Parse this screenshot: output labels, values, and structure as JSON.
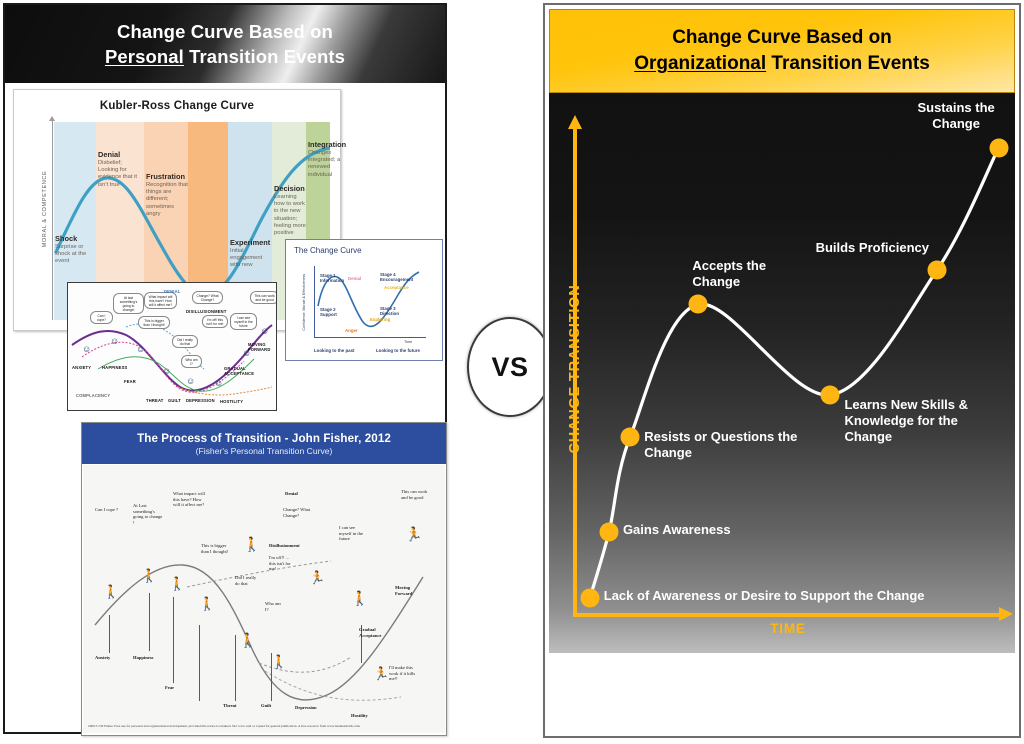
{
  "left": {
    "header": {
      "line1": "Change Curve Based on",
      "line2_em": "Personal",
      "line2_rest": " Transition Events"
    },
    "kubler": {
      "title": "Kubler-Ross Change Curve",
      "yaxis": "MORAL & COMPETENCE",
      "stages": [
        {
          "name": "Shock",
          "desc": "Surprise or shock at the event"
        },
        {
          "name": "Denial",
          "desc": "Disbelief; Looking for evidence that it isn't true"
        },
        {
          "name": "Frustration",
          "desc": "Recognition that things are different; sometimes angry"
        },
        {
          "name": "Experiment",
          "desc": "Initial engagement with new"
        },
        {
          "name": "Decision",
          "desc": "Learning how to work in the new situation; feeling more positive"
        },
        {
          "name": "Integration",
          "desc": "Changes integrated; a renewed individual"
        }
      ]
    },
    "cartoon": {
      "stage_labels": [
        "ANXIETY",
        "HAPPINESS",
        "FEAR",
        "THREAT",
        "GUILT",
        "DEPRESSION",
        "HOSTILITY",
        "GRADUAL ACCEPTANCE",
        "MOVING FORWARD",
        "COMPLACENCY"
      ],
      "callouts": [
        "DENIAL",
        "DISILLUSIONMENT"
      ],
      "bubbles": [
        "Can I cope?",
        "At last something's going to change!",
        "What impact will this have? How will it affect me?",
        "This is bigger than I thought!",
        "Change? What Change?",
        "I'm off! this isn't for me!",
        "I can see myself in the future",
        "This can work and be good",
        "Did I really do that",
        "Who am I?"
      ]
    },
    "change_curve_inset": {
      "title": "The Change Curve",
      "yaxis": "Confidence, Morale & Effectiveness",
      "xaxis": "Time",
      "stages": [
        "Stage 1\nInformation",
        "Stage 2\nSupport",
        "Stage 3\nDirection",
        "Stage 4\nEncouragement"
      ],
      "emotions": [
        "Denial",
        "Anger",
        "Exploring",
        "Acceptance"
      ],
      "footers": [
        "Looking to the past",
        "Looking to the future"
      ]
    },
    "fisher": {
      "title": "The Process of Transition - John Fisher, 2012",
      "subtitle": "(Fisher's  Personal Transition Curve)",
      "quotes": [
        "Can I cope ?",
        "At Last something's going to change !",
        "What impact will this have? How will it affect me?",
        "This is bigger than I thought!",
        "Change? What Change?",
        "Did I really do that",
        "Who am I?",
        "I'm off!! ... this isn't for me!",
        "I can see myself in the future",
        "This can work and be good",
        "I'll make this work if it kills me!!"
      ],
      "bold_callouts": [
        "Denial",
        "Disillusionment",
        "Moving Forward"
      ],
      "stage_labels": [
        "Anxiety",
        "Happiness",
        "Fear",
        "Threat",
        "Guilt",
        "Depression",
        "Hostility",
        "Gradual Acceptance"
      ],
      "footer": "2000/5 J M Fisher.  Free use for personal and organisational development, provided this notice is retained.  Not to be sold or copied for general publication.  A free resource from www.businessballs.com."
    }
  },
  "vs": {
    "label": "VS"
  },
  "right": {
    "header": {
      "line1": "Change Curve Based on",
      "line2_em": "Organizational",
      "line2_rest": " Transition Events"
    }
  },
  "chart_data": {
    "type": "line",
    "title": "Change Curve Based on Organizational Transition Events",
    "xlabel": "TIME",
    "ylabel": "CHANGE TRANSITION",
    "grid": false,
    "legend": "none",
    "axis_color": "#FFB612",
    "line_color": "#FFFFFF",
    "marker_color": "#FFB612",
    "background": "#111111",
    "xlim": [
      0,
      10
    ],
    "ylim": [
      0,
      10
    ],
    "points": [
      {
        "label": "Lack of Awareness or Desire to Support the Change",
        "x": 0.3,
        "y": 0.3
      },
      {
        "label": "Gains Awareness",
        "x": 0.75,
        "y": 1.65
      },
      {
        "label": "Resists or Questions the\nChange",
        "x": 1.25,
        "y": 3.6
      },
      {
        "label": "Accepts the\nChange",
        "x": 2.85,
        "y": 6.3
      },
      {
        "label": "Learns New Skills &\nKnowledge for the\nChange",
        "x": 5.95,
        "y": 4.45
      },
      {
        "label": "Builds Proficiency",
        "x": 8.45,
        "y": 7.0
      },
      {
        "label": "Sustains the\nChange",
        "x": 9.9,
        "y": 9.5
      }
    ]
  }
}
